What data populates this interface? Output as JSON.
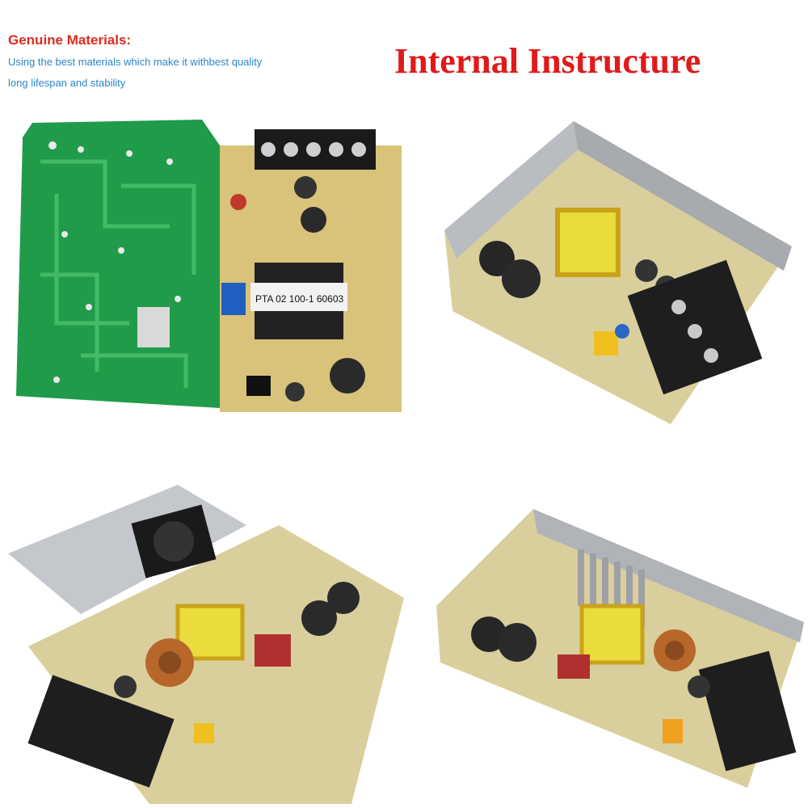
{
  "header": {
    "genuine_title": "Genuine Materials:",
    "genuine_line1": "Using the best materials which make it withbest quality",
    "genuine_line2": "long lifespan and stability",
    "main_title": "Internal Instructure"
  },
  "photos": {
    "top_left": {
      "pcb_label": "PTA 02 100-1 60603"
    }
  },
  "colors": {
    "title_red": "#e01a1a",
    "subtitle_blue": "#2a86c8",
    "pcb_green": "#1f9b4a",
    "pcb_yellow": "#d9c27a",
    "metal": "#b9bcc0"
  }
}
